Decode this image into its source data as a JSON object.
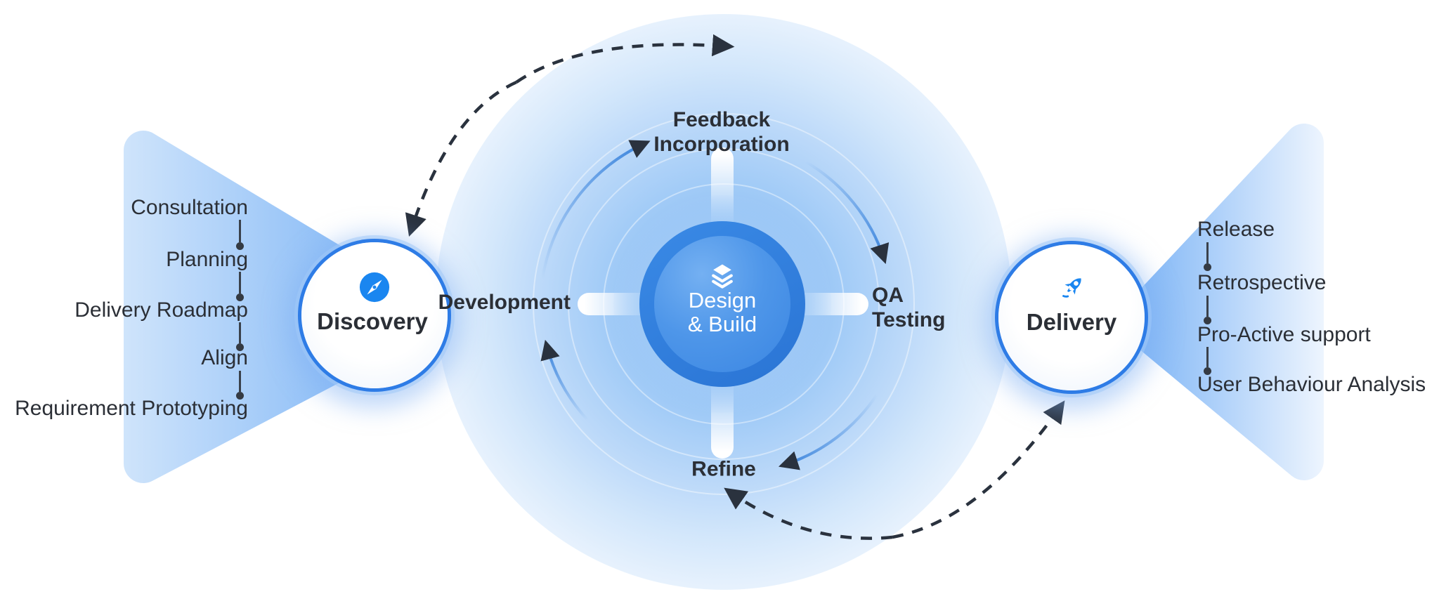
{
  "funnel_left": {
    "items": [
      "Consultation",
      "Planning",
      "Delivery Roadmap",
      "Align",
      "Requirement Prototyping"
    ]
  },
  "funnel_right": {
    "items": [
      "Release",
      "Retrospective",
      "Pro-Active support",
      "User Behaviour Analysis"
    ]
  },
  "nodes": {
    "discovery_label": "Discovery",
    "delivery_label": "Delivery"
  },
  "center_node": {
    "line1": "Design",
    "line2": "& Build"
  },
  "cycle_labels": {
    "top_line1": "Feedback",
    "top_line2": "Incorporation",
    "right_line1": "QA",
    "right_line2": "Testing",
    "bottom": "Refine",
    "left": "Development"
  },
  "icons": {
    "discovery": "compass-icon",
    "delivery": "rocket-icon",
    "center": "layers-icon"
  },
  "colors": {
    "accent_blue": "#1a86f0",
    "ring_blue": "#2e7ed9",
    "inner_circle_blue": "#4e96e9",
    "glow_blue": "#7fb5f2",
    "funnel_light": "#cfe4fb",
    "funnel_mid": "#70adf5",
    "funnel_pale": "#eef5fe",
    "arc_blue": "#3e86dd",
    "arrow_dark": "#2a323e",
    "text_dark": "#2b2f36"
  }
}
